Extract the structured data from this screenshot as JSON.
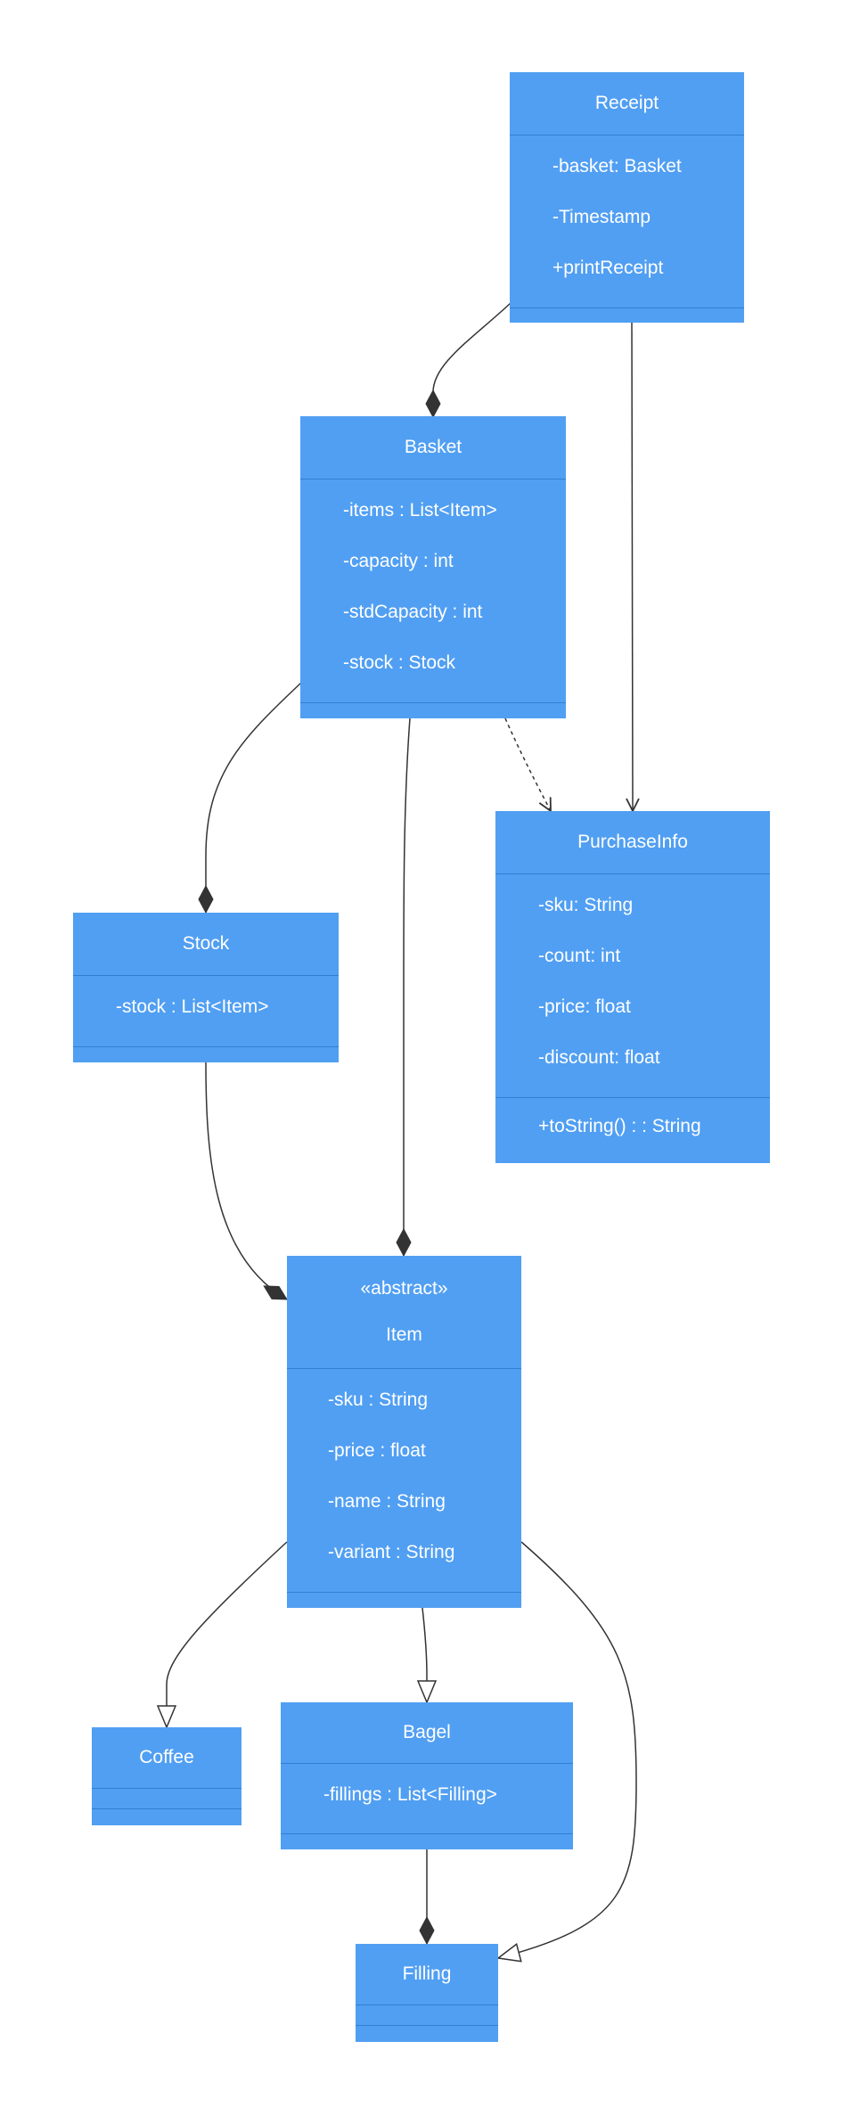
{
  "classes": {
    "receipt": {
      "name": "Receipt",
      "attributes": [
        "-basket: Basket",
        "-Timestamp",
        "+printReceipt"
      ],
      "methods": []
    },
    "basket": {
      "name": "Basket",
      "attributes": [
        "-items : List<Item>",
        "-capacity : int",
        "-stdCapacity : int",
        "-stock : Stock"
      ],
      "methods": []
    },
    "purchaseinfo": {
      "name": "PurchaseInfo",
      "attributes": [
        "-sku: String",
        "-count: int",
        "-price: float",
        "-discount: float"
      ],
      "methods": [
        "+toString() : : String"
      ]
    },
    "stock": {
      "name": "Stock",
      "attributes": [
        "-stock : List<Item>"
      ],
      "methods": []
    },
    "item": {
      "stereotype": "«abstract»",
      "name": "Item",
      "attributes": [
        "-sku : String",
        "-price : float",
        "-name : String",
        "-variant : String"
      ],
      "methods": []
    },
    "coffee": {
      "name": "Coffee",
      "attributes": [],
      "methods": []
    },
    "bagel": {
      "name": "Bagel",
      "attributes": [
        "-fillings : List<Filling>"
      ],
      "methods": []
    },
    "filling": {
      "name": "Filling",
      "attributes": [],
      "methods": []
    }
  },
  "relations": [
    {
      "from": "receipt",
      "to": "basket",
      "type": "composition"
    },
    {
      "from": "receipt",
      "to": "purchaseinfo",
      "type": "association"
    },
    {
      "from": "basket",
      "to": "purchaseinfo",
      "type": "dependency"
    },
    {
      "from": "basket",
      "to": "stock",
      "type": "composition"
    },
    {
      "from": "basket",
      "to": "item",
      "type": "composition"
    },
    {
      "from": "stock",
      "to": "item",
      "type": "composition"
    },
    {
      "from": "item",
      "to": "coffee",
      "type": "inheritance"
    },
    {
      "from": "item",
      "to": "bagel",
      "type": "inheritance"
    },
    {
      "from": "item",
      "to": "filling",
      "type": "inheritance"
    },
    {
      "from": "bagel",
      "to": "filling",
      "type": "composition"
    }
  ],
  "colors": {
    "class_fill": "#519ff2",
    "class_divider": "#2f7fd3",
    "class_text": "#ffffff",
    "edge": "#333333"
  }
}
